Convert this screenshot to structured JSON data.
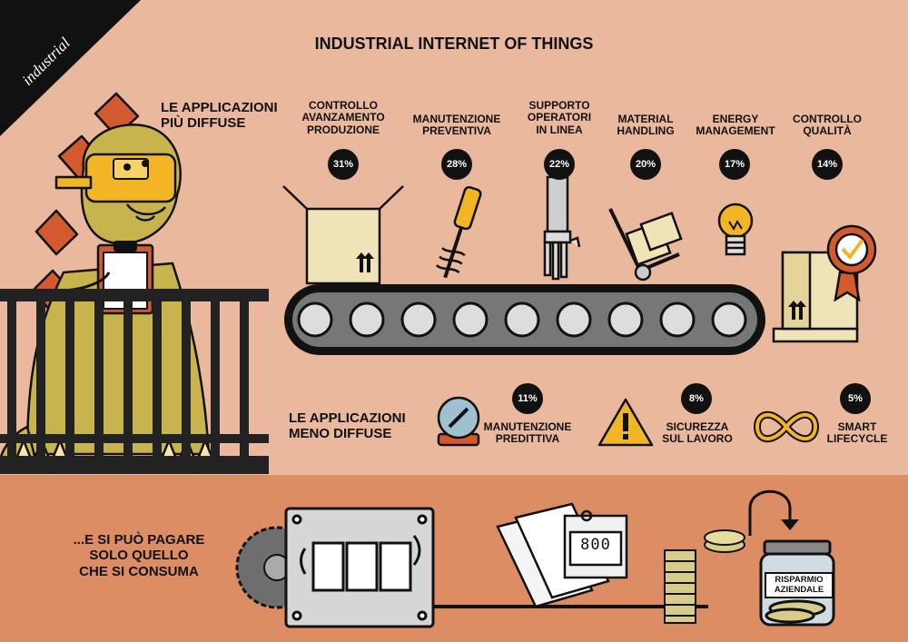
{
  "tag": "industrial",
  "title": "INDUSTRIAL INTERNET OF THINGS",
  "most_common": {
    "heading": "LE APPLICAZIONI\nPIÙ DIFFUSE",
    "items": [
      {
        "label": "CONTROLLO\nAVANZAMENTO\nPRODUZIONE",
        "value": "31%"
      },
      {
        "label": "MANUTENZIONE\nPREVENTIVA",
        "value": "28%"
      },
      {
        "label": "SUPPORTO\nOPERATORI\nIN LINEA",
        "value": "22%"
      },
      {
        "label": "MATERIAL\nHANDLING",
        "value": "20%"
      },
      {
        "label": "ENERGY\nMANAGEMENT",
        "value": "17%"
      },
      {
        "label": "CONTROLLO\nQUALITÀ",
        "value": "14%"
      }
    ]
  },
  "least_common": {
    "heading": "LE APPLICAZIONI\nMENO DIFFUSE",
    "items": [
      {
        "label": "MANUTENZIONE\nPREDITTIVA",
        "value": "11%"
      },
      {
        "label": "SICUREZZA\nSUL LAVORO",
        "value": "8%"
      },
      {
        "label": "SMART\nLIFECYCLE",
        "value": "5%"
      }
    ]
  },
  "footer": {
    "text": "...E SI PUÒ PAGARE\nSOLO QUELLO\nCHE SI CONSUMA",
    "counter_value": "800",
    "jar_label": "RISPARMIO\nAZIENDALE"
  },
  "colors": {
    "background": "#eab89c",
    "footer_band": "#dc8d64",
    "mascot": "#c8b44c",
    "spikes": "#d35a2e",
    "goggles": "#f2b526",
    "box": "#efe3b8",
    "ink": "#111111"
  }
}
